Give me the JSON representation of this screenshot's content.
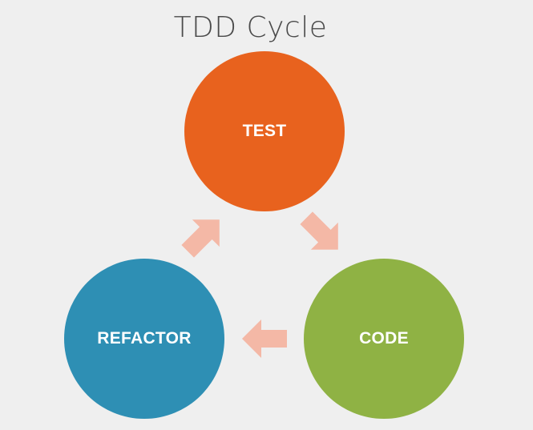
{
  "title": "TDD Cycle",
  "nodes": {
    "test": {
      "label": "TEST"
    },
    "code": {
      "label": "CODE"
    },
    "refactor": {
      "label": "REFACTOR"
    }
  },
  "colors": {
    "background": "#efefef",
    "test": "#e8621e",
    "code": "#8fb244",
    "refactor": "#2e8fb4",
    "arrow": "#f4b8a6",
    "title": "#4a4a4a"
  }
}
